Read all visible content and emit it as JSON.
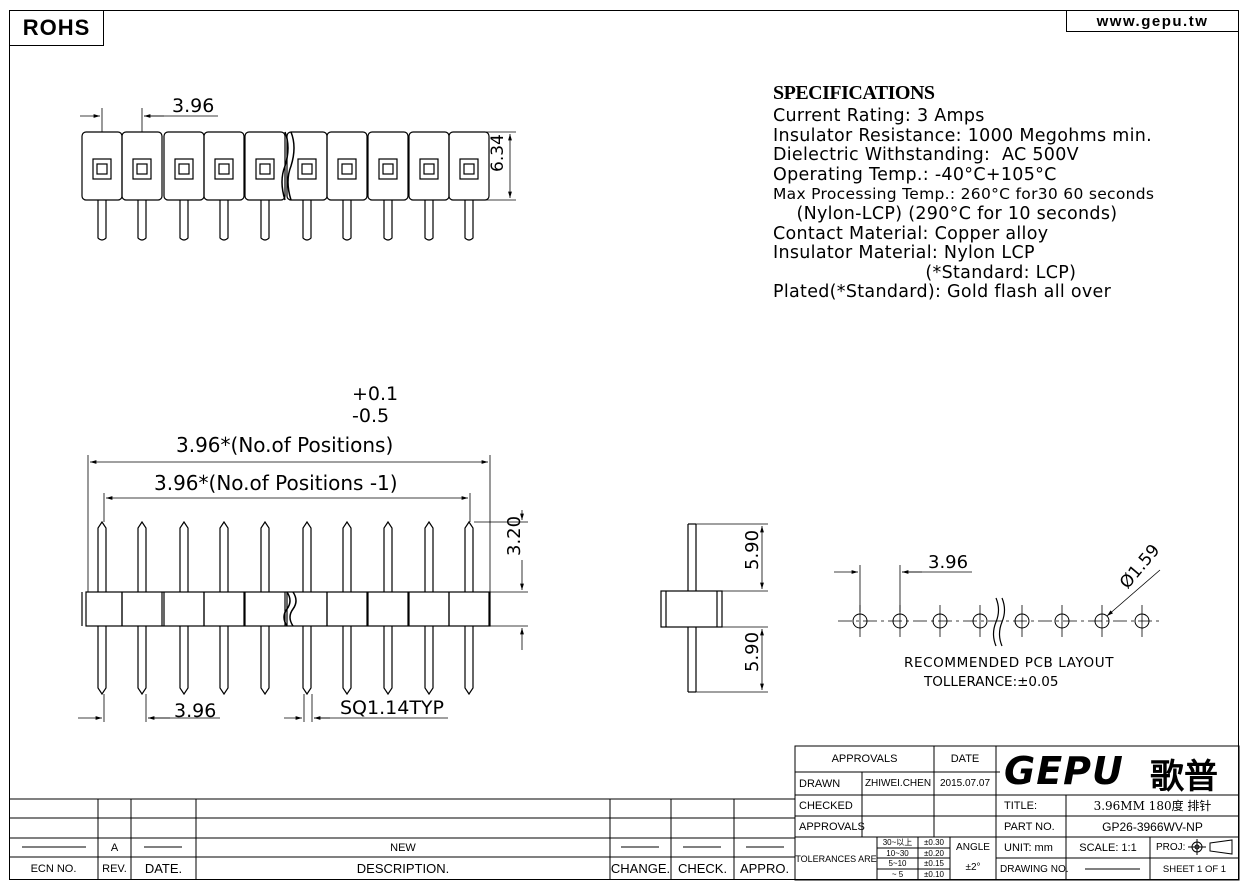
{
  "header": {
    "rohs": "ROHS",
    "url": "www.gepu.tw"
  },
  "specs": {
    "title": "SPECIFICATIONS",
    "lines": [
      "Current Rating: 3 Amps",
      "Insulator Resistance: 1000 Megohms min.",
      "Dielectric Withstanding:  AC 500V",
      "Operating Temp.: -40°C+105°C",
      "Max Processing Temp.: 260°C for30 60 seconds",
      "    (Nylon-LCP) (290°C for 10 seconds)",
      "Contact Material: Copper alloy",
      "Insulator Material: Nylon LCP",
      "                          (*Standard: LCP)",
      "Plated(*Standard): Gold flash all over"
    ]
  },
  "dims": {
    "top_pitch": "3.96",
    "top_height": "6.34",
    "tol_plus": "+0.1",
    "tol_minus": "-0.5",
    "overall": "3.96*(No.of Positions)",
    "pitch_span": "3.96*(No.of Positions -1)",
    "pin_top": "3.20",
    "bottom_pitch": "3.96",
    "sq": "SQ1.14TYP",
    "side_upper": "5.90",
    "side_lower": "5.90",
    "pcb_pitch": "3.96",
    "hole_dia": "Ø1.59",
    "pcb_title": "RECOMMENDED PCB LAYOUT",
    "pcb_tol": "TOLLERANCE:±0.05"
  },
  "title_block": {
    "approvals": "APPROVALS",
    "date": "DATE",
    "drawn": "DRAWN",
    "drawn_by": "ZHIWEI.CHEN",
    "drawn_date": "2015.07.07",
    "checked": "CHECKED",
    "approvals2": "APPROVALS",
    "tolerances": "TOLERANCES ARE",
    "tol_rows": [
      {
        "range": "30~以上",
        "val": "±0.30"
      },
      {
        "range": "10~30",
        "val": "±0.20"
      },
      {
        "range": "5~10",
        "val": "±0.15"
      },
      {
        "range": "~ 5",
        "val": "±0.10"
      }
    ],
    "angle": "ANGLE",
    "angle_val": "±2°",
    "title_label": "TITLE:",
    "title_val": "3.96MM 180度 排针",
    "part_label": "PART NO.",
    "part_val": "GP26-3966WV-NP",
    "unit": "UNIT: mm",
    "scale": "SCALE:  1:1",
    "proj": "PROJ:",
    "drawing_no": "DRAWING NO.",
    "sheet": "SHEET  1 OF 1",
    "logo": "GEPU",
    "logo_cn": "歌普"
  },
  "revision": {
    "rev": "A",
    "desc": "NEW",
    "headers": [
      "ECN NO.",
      "REV.",
      "DATE.",
      "DESCRIPTION.",
      "CHANGE.",
      "CHECK.",
      "APPRO."
    ]
  }
}
